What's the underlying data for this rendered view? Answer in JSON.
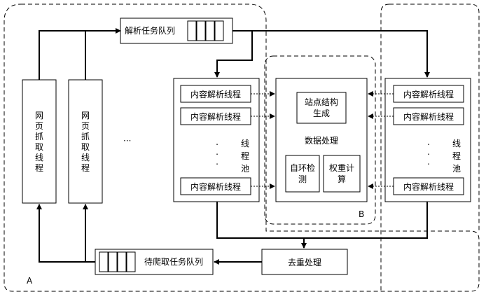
{
  "parse_queue": {
    "label": "解析任务队列"
  },
  "crawl_queue": {
    "label": "待爬取任务队列"
  },
  "crawler_threads": [
    {
      "label": "网页抓取线程"
    },
    {
      "label": "网页抓取线程"
    }
  ],
  "crawler_ellipsis": "···",
  "left_pool": {
    "threads": [
      "内容解析线程",
      "内容解析线程",
      "内容解析线程"
    ],
    "dots": ".\n.\n.",
    "label": "线程池"
  },
  "right_pool": {
    "threads": [
      "内容解析线程",
      "内容解析线程",
      "内容解析线程"
    ],
    "dots": ".\n.\n.",
    "label": "线程池"
  },
  "data_processing": {
    "label": "数据处理",
    "site_structure": "站点结构生成",
    "loop_detect": "自环检测",
    "weight_calc": "权重计算"
  },
  "dedup": {
    "label": "去重处理"
  },
  "region_labels": {
    "a": "A",
    "b": "B"
  },
  "colors": {
    "line": "#000000",
    "fill": "#ffffff"
  }
}
